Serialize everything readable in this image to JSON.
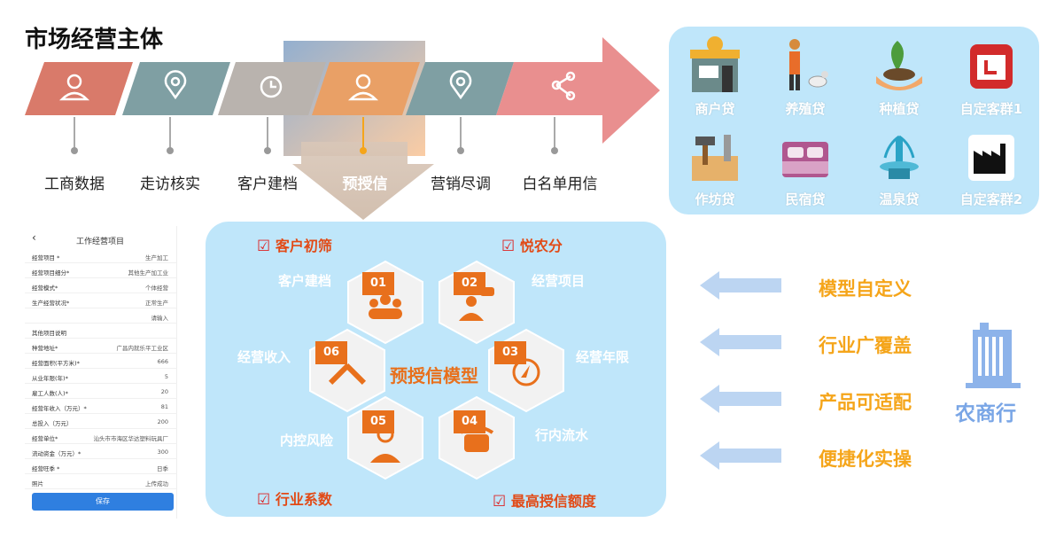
{
  "title": "市场经营主体",
  "flow_steps": [
    {
      "label": "工商数据",
      "icon": "person-icon"
    },
    {
      "label": "走访核实",
      "icon": "location-pin-icon"
    },
    {
      "label": "客户建档",
      "icon": "history-clock-icon"
    },
    {
      "label": "预授信",
      "icon": "person-icon"
    },
    {
      "label": "营销尽调",
      "icon": "location-pin-icon"
    },
    {
      "label": "白名单用信",
      "icon": "share-icon"
    }
  ],
  "products": [
    {
      "label": "商户贷",
      "icon": "storefront-icon"
    },
    {
      "label": "养殖贷",
      "icon": "farmer-feeding-icon"
    },
    {
      "label": "种植贷",
      "icon": "plant-hands-icon"
    },
    {
      "label": "自定客群1",
      "icon": "shop-badge-icon"
    },
    {
      "label": "作坊贷",
      "icon": "workshop-tools-icon"
    },
    {
      "label": "民宿贷",
      "icon": "bed-icon"
    },
    {
      "label": "温泉贷",
      "icon": "fountain-icon"
    },
    {
      "label": "自定客群2",
      "icon": "factory-icon"
    }
  ],
  "form": {
    "title": "工作经营项目",
    "rows": [
      {
        "k": "经营项目 *",
        "v": "生产加工"
      },
      {
        "k": "经营项目细分*",
        "v": "其他生产加工业"
      },
      {
        "k": "经营模式*",
        "v": "个体经营"
      },
      {
        "k": "生产经营状况*",
        "v": "正常生产"
      },
      {
        "k": "",
        "v": "请输入"
      },
      {
        "k": "其他项目说明",
        "v": ""
      },
      {
        "k": "种营地址*",
        "v": "广昌内就乐平工业区"
      },
      {
        "k": "经营面积(平方米)*",
        "v": "666"
      },
      {
        "k": "从业年限(年)*",
        "v": "5"
      },
      {
        "k": "雇工人数(人)*",
        "v": "20"
      },
      {
        "k": "经营年收入（万元）*",
        "v": "81"
      },
      {
        "k": "总投入（万元）",
        "v": "200"
      },
      {
        "k": "经营单位*",
        "v": "汕头市市海区华达塑料玩具厂"
      },
      {
        "k": "流动资金（万元）*",
        "v": "300"
      },
      {
        "k": "经营旺季 *",
        "v": "日季"
      },
      {
        "k": "照片",
        "v": "上传成功"
      }
    ],
    "save_label": "保存"
  },
  "model": {
    "center_title": "预授信模型",
    "checks": [
      "客户初筛",
      "悦农分",
      "行业系数",
      "最高授信额度"
    ],
    "hexes": [
      {
        "num": "01",
        "label": "客户建档",
        "icon": "people-group-icon"
      },
      {
        "num": "02",
        "label": "经营项目",
        "icon": "person-chat-icon"
      },
      {
        "num": "03",
        "label": "经营年限",
        "icon": "compass-icon"
      },
      {
        "num": "04",
        "label": "行内流水",
        "icon": "telephone-icon"
      },
      {
        "num": "05",
        "label": "内控风险",
        "icon": "headset-agent-icon"
      },
      {
        "num": "06",
        "label": "经营收入",
        "icon": "wrench-screwdriver-icon"
      }
    ]
  },
  "features": [
    "模型自定义",
    "行业广覆盖",
    "产品可适配",
    "便捷化实操"
  ],
  "bank_label": "农商行",
  "colors": {
    "accent_orange": "#e8701c",
    "panel_blue": "#bfe6fa",
    "feature_yellow": "#f5a51a",
    "arrow_pink": "#e98f8f"
  }
}
